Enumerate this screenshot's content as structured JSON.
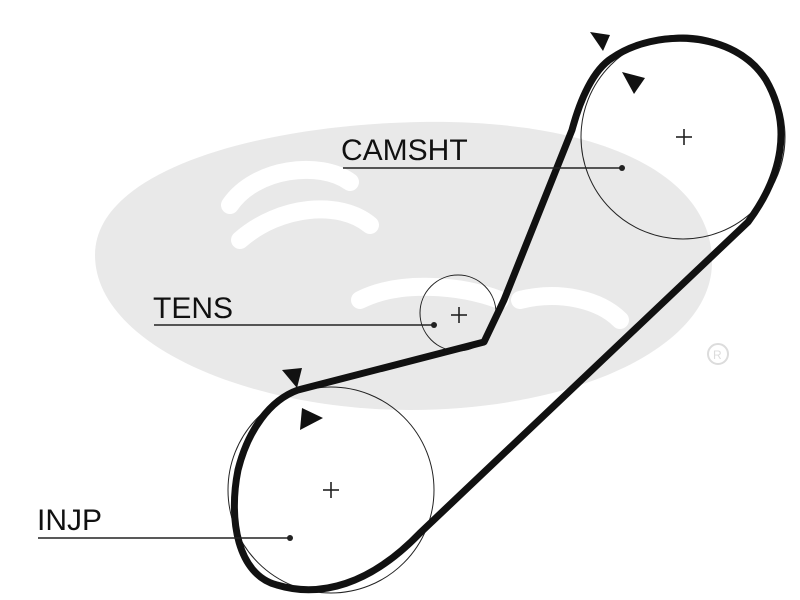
{
  "labels": {
    "camshaft": "CAMSHT",
    "tensioner": "TENS",
    "injection_pump": "INJP"
  },
  "colors": {
    "belt": "#111111",
    "line": "#222222",
    "watermark": "#e9e9e9",
    "background": "#ffffff"
  },
  "watermark": {
    "logo_icon": "gates-logo-icon"
  }
}
